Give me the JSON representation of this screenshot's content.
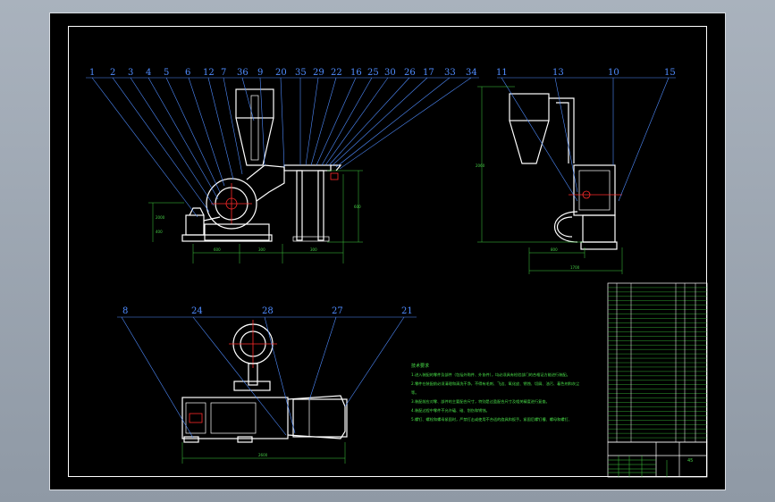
{
  "front_view": {
    "balloons": [
      "1",
      "2",
      "3",
      "4",
      "5",
      "6",
      "12",
      "7",
      "36",
      "9",
      "20",
      "35",
      "29",
      "22",
      "16",
      "25",
      "30",
      "26",
      "17",
      "33",
      "34"
    ],
    "dims": [
      "600",
      "300",
      "300",
      "2000",
      "400",
      "600"
    ]
  },
  "side_view": {
    "balloons": [
      "11",
      "13",
      "10",
      "15"
    ],
    "dims": [
      "2060",
      "800",
      "1700"
    ]
  },
  "top_view": {
    "balloons": [
      "8",
      "24",
      "28",
      "27",
      "21"
    ],
    "dims": [
      "2600"
    ]
  },
  "notes": {
    "title": "技术要求",
    "lines": [
      "1.进入装配的零件及部件（包括外购件、外协件），均必须具有检验部门的合格证方能进行装配。",
      "2.零件在装配前必须清理和清洗干净，不得有毛刺、飞边、氧化皮、锈蚀、切屑、油污、着色剂和灰尘",
      "等。",
      "3.装配前应对零、部件的主要配合尺寸，特别是过盈配合尺寸及相关精度进行复查。",
      "4.装配过程中零件不允许磕、碰、划伤和锈蚀。",
      "5.螺钉、螺栓和螺母紧固时，严禁打击或使用不合适的旋具和扳手。紧固后螺钉槽、螺母和螺钉、"
    ]
  },
  "title_block": {
    "drawing_no": "45"
  }
}
